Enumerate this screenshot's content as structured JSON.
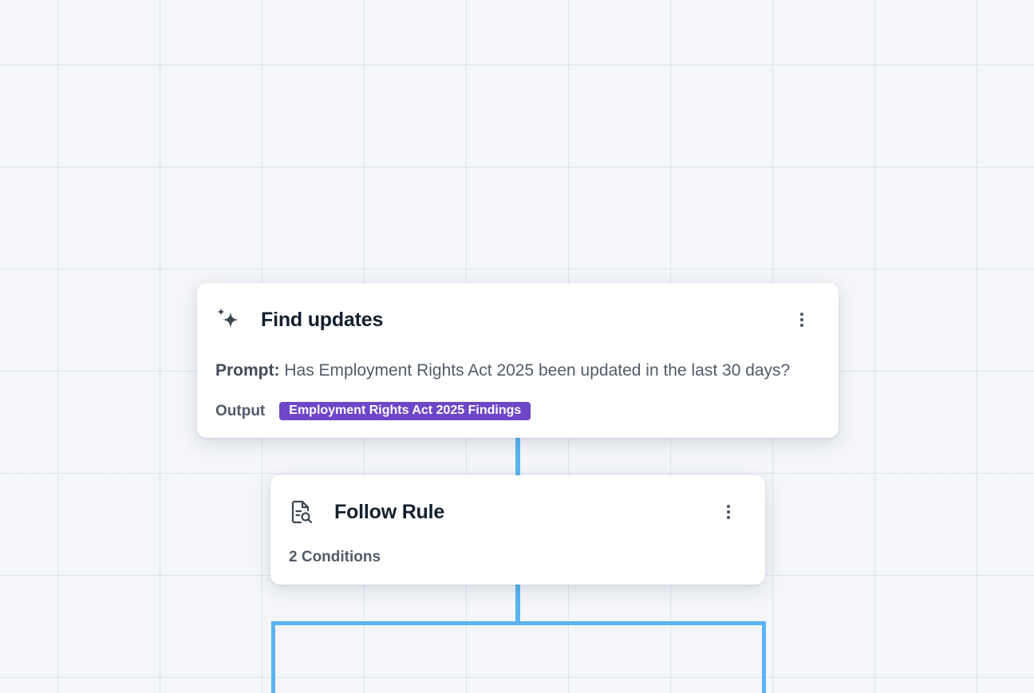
{
  "colors": {
    "background": "#f4f6f9",
    "connector": "#5ab4f2",
    "output_chip": "#6e46c8",
    "title": "#14202e",
    "muted_text": "#525c68"
  },
  "nodes": {
    "find_updates": {
      "icon": "sparkles-icon",
      "title": "Find updates",
      "prompt_label": "Prompt:",
      "prompt_text": "Has Employment Rights Act 2025 been updated in the last 30 days?",
      "output_label": "Output",
      "output_value": "Employment Rights Act 2025 Findings",
      "menu_icon": "more-vertical-icon"
    },
    "follow_rule": {
      "icon": "document-search-icon",
      "title": "Follow Rule",
      "conditions": "2 Conditions",
      "menu_icon": "more-vertical-icon"
    }
  }
}
